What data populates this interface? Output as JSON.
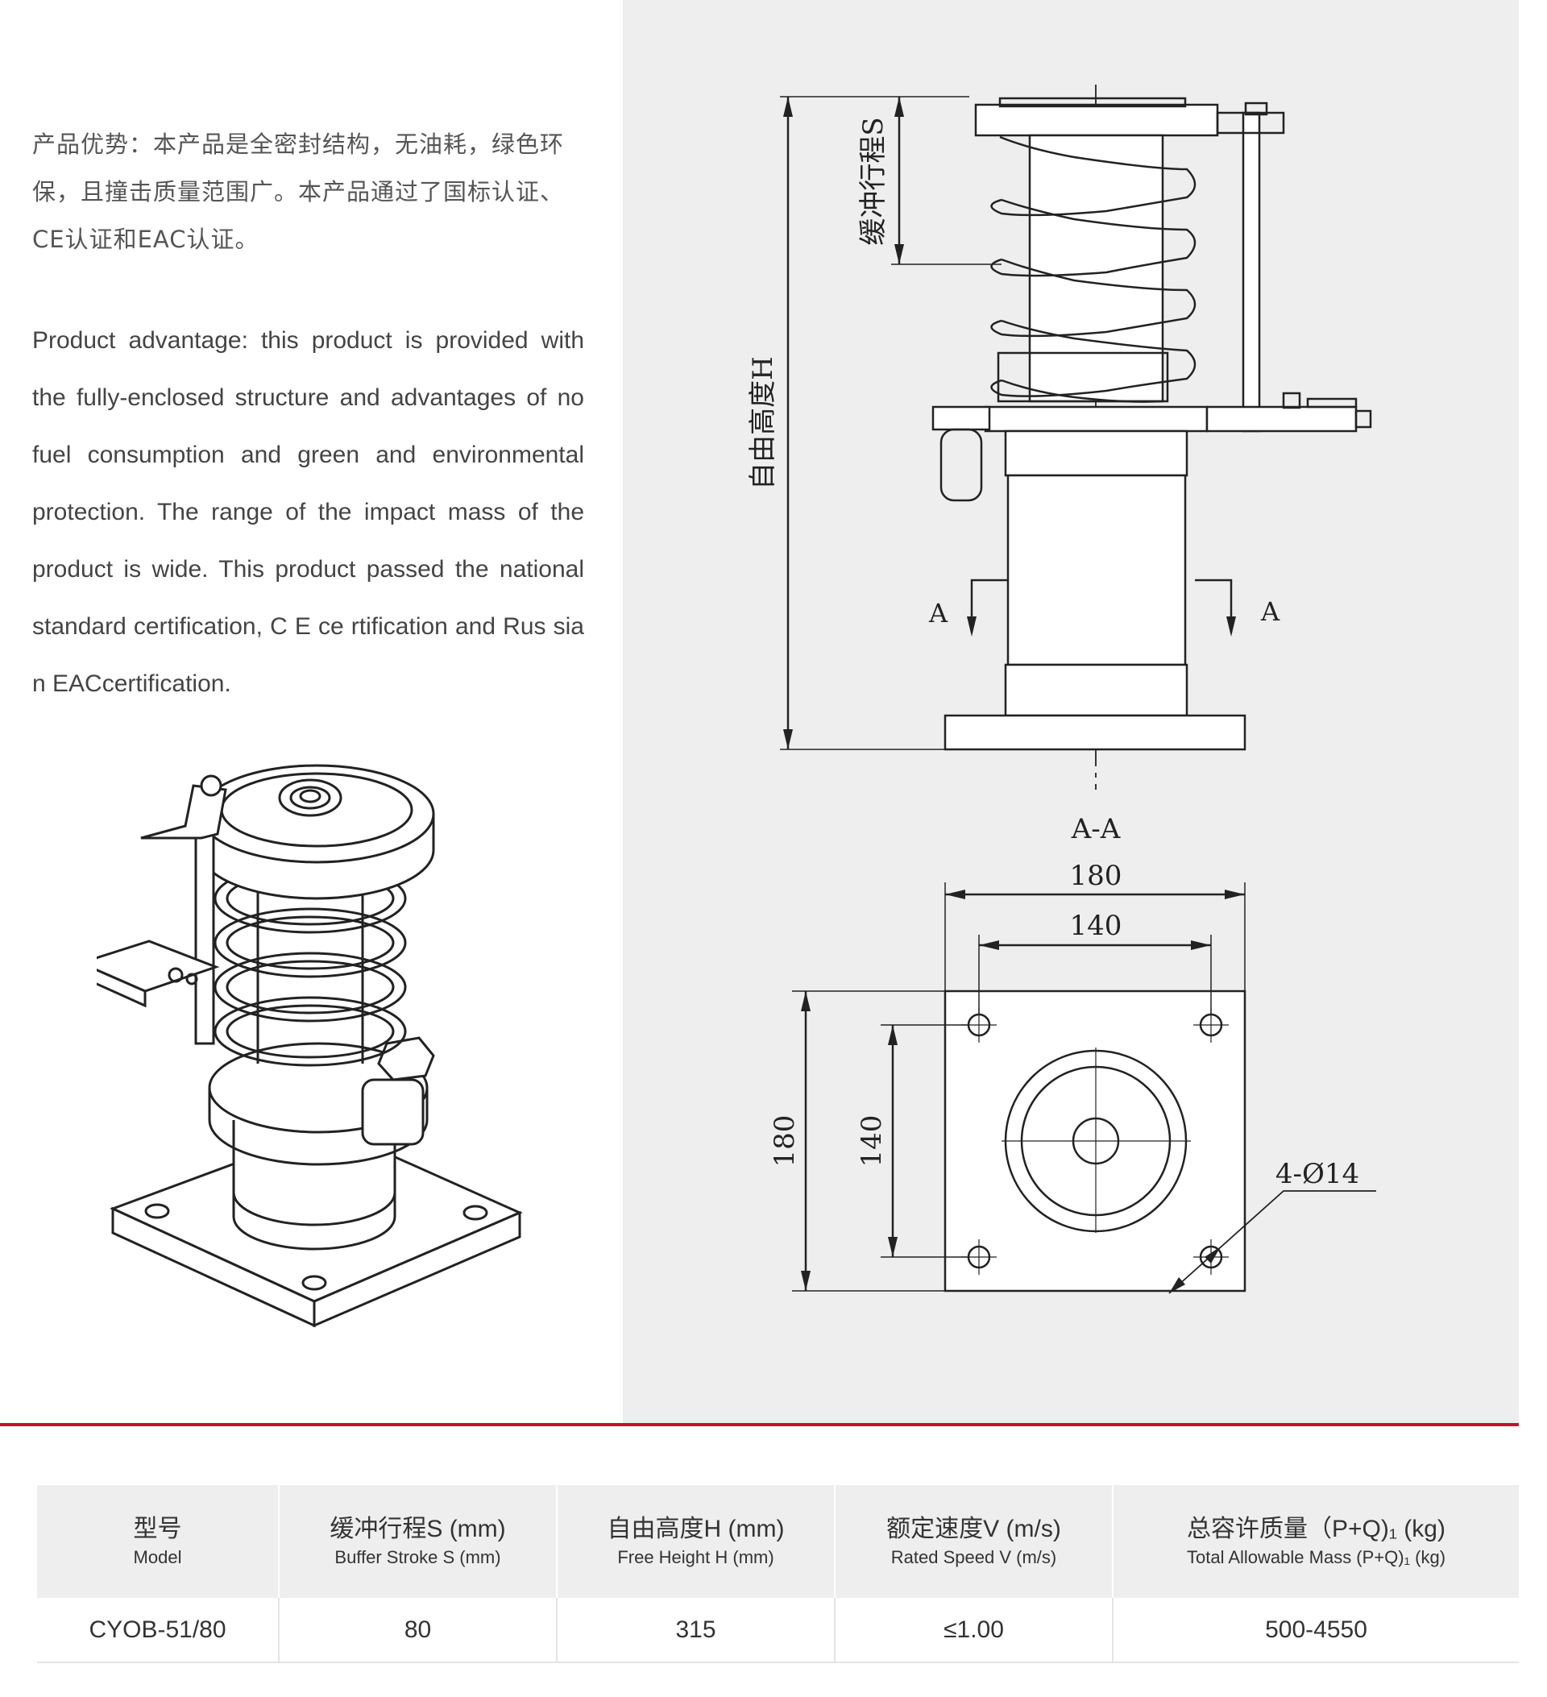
{
  "description": {
    "cn_lines": [
      "产品优势：本产品是全密封结构，无油耗，绿色环",
      "保，且撞击质量范围广。本产品通过了国标认证、",
      "CE认证和EAC认证。"
    ],
    "en_text": "Product advantage: this product is provided with the fully-enclosed structure and advantages of no fuel consumption and green and environmental protection. The range of the impact mass of the product is wide. This product passed the national standard certification, C E ce rtification and Rus sia n EACcertification."
  },
  "drawing": {
    "stroke_label": "缓冲行程S",
    "height_label": "自由高度H",
    "section_mark": "A",
    "section_title": "A-A",
    "dim_outer": "180",
    "dim_inner": "140",
    "dim_outer_v": "180",
    "dim_inner_v": "140",
    "hole_label": "4-Ø14"
  },
  "table": {
    "headers": [
      {
        "cn": "型号",
        "en": "Model"
      },
      {
        "cn": "缓冲行程S (mm)",
        "en": "Buffer Stroke S (mm)"
      },
      {
        "cn": "自由高度H (mm)",
        "en": "Free Height H (mm)"
      },
      {
        "cn": "额定速度V (m/s)",
        "en": "Rated Speed V (m/s)"
      },
      {
        "cn": "总容许质量（P+Q)₁ (kg)",
        "en": "Total Allowable Mass (P+Q)₁ (kg)"
      }
    ],
    "rows": [
      [
        "CYOB-51/80",
        "80",
        "315",
        "≤1.00",
        "500-4550"
      ]
    ]
  },
  "colors": {
    "accent_red": "#c8102e",
    "panel_gray": "#eeeeef"
  }
}
